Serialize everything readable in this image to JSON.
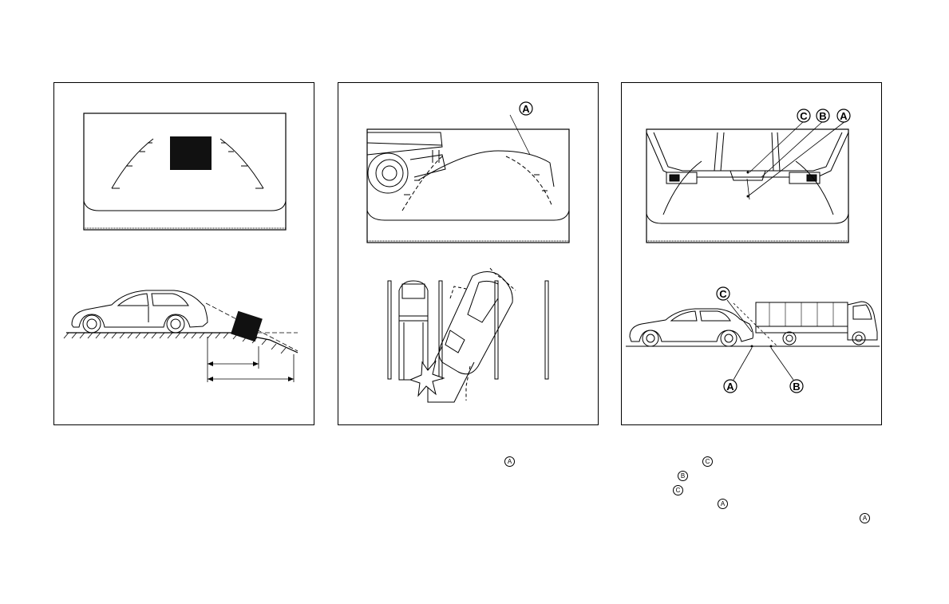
{
  "panel1": {
    "name": "camera-blind-spot-slope-panel"
  },
  "panel2": {
    "name": "turning-clearance-panel",
    "callouts": {
      "a": "A"
    }
  },
  "panel3": {
    "name": "distance-guide-lines-panel",
    "callouts": {
      "c": "C",
      "b": "B",
      "a": "A"
    }
  },
  "footnote_marks": [
    "A",
    "C",
    "B",
    "C",
    "A",
    "A"
  ],
  "colors": {
    "ink": "#000000",
    "page": "#ffffff",
    "screen_fill": "#ffffff",
    "object_fill": "#111111"
  }
}
